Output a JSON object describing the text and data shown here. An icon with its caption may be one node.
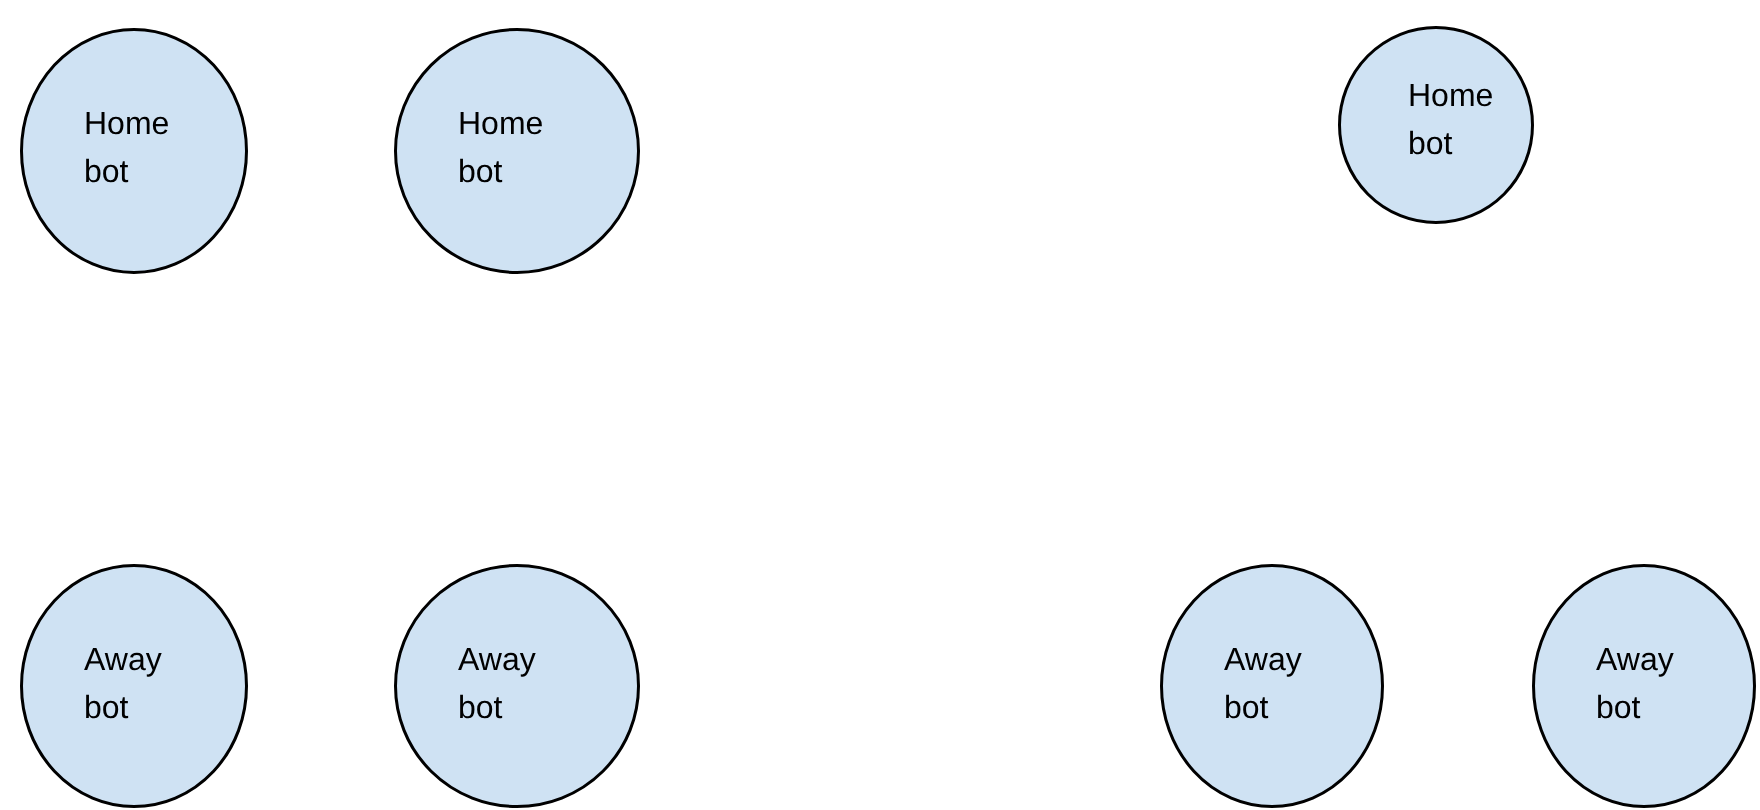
{
  "diagram": {
    "nodes": [
      {
        "text": [
          "Home bot"
        ]
      },
      {
        "text": [
          "Home bot"
        ]
      },
      {
        "text": [
          "Home bot"
        ]
      },
      {
        "text": [
          "Away bot"
        ]
      },
      {
        "text": [
          "Away bot"
        ]
      },
      {
        "text": [
          "Away bot"
        ]
      },
      {
        "text": [
          "Away bot"
        ]
      }
    ]
  }
}
